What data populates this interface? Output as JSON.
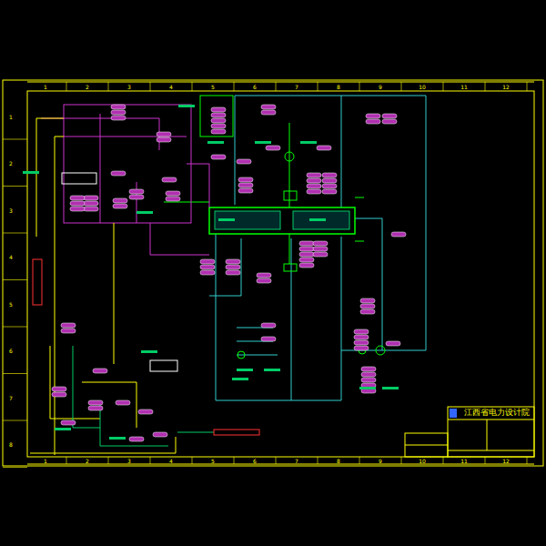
{
  "diagram": {
    "nodes": [
      {
        "text": [
          "江西省电力设计院"
        ]
      }
    ],
    "labels": [
      "1",
      "2",
      "3",
      "4",
      "5",
      "6",
      "7",
      "8",
      "9",
      "10",
      "11",
      "12",
      "1",
      "2",
      "3",
      "4",
      "5",
      "6",
      "7",
      "8",
      "9",
      "10",
      "11",
      "12",
      "1",
      "2",
      "3",
      "4",
      "5",
      "6",
      "7",
      "8"
    ]
  }
}
